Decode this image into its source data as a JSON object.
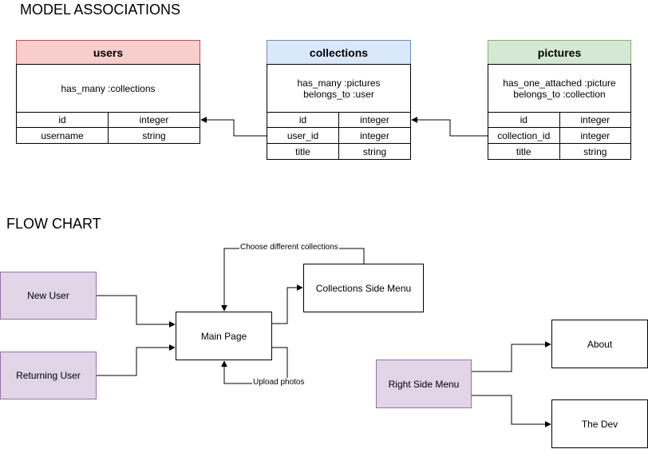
{
  "headings": {
    "model_associations": "MODEL ASSOCIATIONS",
    "flow_chart": "FLOW CHART"
  },
  "colors": {
    "users_header": "#f8cecc",
    "collections_header": "#dae8fc",
    "pictures_header": "#d5e8d4",
    "flow_node_fill": "#e1d5e7"
  },
  "tables": {
    "users": {
      "name": "users",
      "associations": [
        "has_many :collections"
      ],
      "fields": [
        {
          "name": "id",
          "type": "integer"
        },
        {
          "name": "username",
          "type": "string"
        }
      ]
    },
    "collections": {
      "name": "collections",
      "associations": [
        "has_many :pictures",
        "belongs_to :user"
      ],
      "fields": [
        {
          "name": "id",
          "type": "integer"
        },
        {
          "name": "user_id",
          "type": "integer"
        },
        {
          "name": "title",
          "type": "string"
        }
      ]
    },
    "pictures": {
      "name": "pictures",
      "associations": [
        "has_one_attached :picture",
        "belongs_to :collection"
      ],
      "fields": [
        {
          "name": "id",
          "type": "integer"
        },
        {
          "name": "collection_id",
          "type": "integer"
        },
        {
          "name": "title",
          "type": "string"
        }
      ]
    }
  },
  "flow": {
    "new_user": "New User",
    "returning_user": "Returning User",
    "main_page": "Main Page",
    "collections_side_menu": "Collections Side Menu",
    "right_side_menu": "Right Side Menu",
    "about": "About",
    "the_dev": "The Dev",
    "label_choose_collections": "Choose different collections",
    "label_upload_photos": "Upload photos"
  }
}
